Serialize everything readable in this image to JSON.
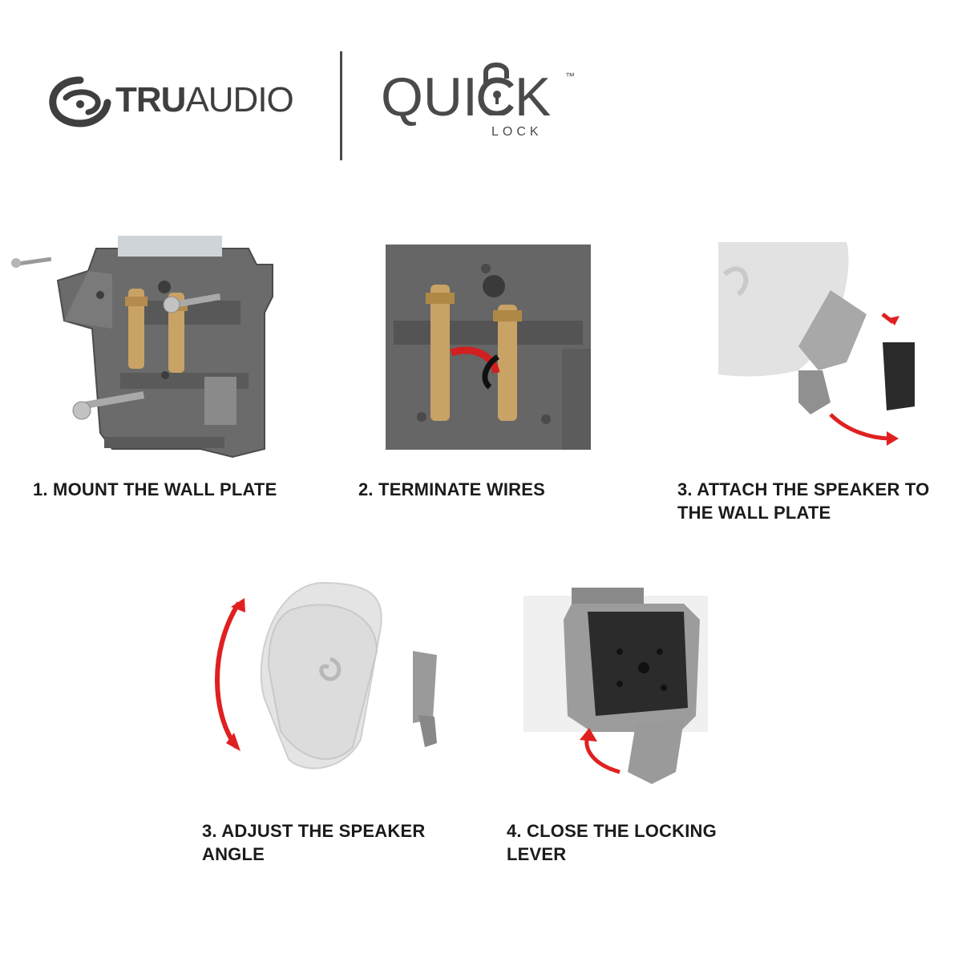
{
  "brand": {
    "truaudio_bold": "TRU",
    "truaudio_light": "AUDIO",
    "quicklock_word": "QUI",
    "quicklock_k": "K",
    "quicklock_tm": "™",
    "quicklock_sub": "LOCK"
  },
  "steps": [
    {
      "caption_line1": "1. MOUNT THE WALL PLATE",
      "caption_line2": ""
    },
    {
      "caption_line1": "2. TERMINATE WIRES",
      "caption_line2": ""
    },
    {
      "caption_line1": "3. ATTACH THE SPEAKER TO",
      "caption_line2": "THE WALL PLATE"
    },
    {
      "caption_line1": "3. ADJUST THE SPEAKER",
      "caption_line2": "ANGLE"
    },
    {
      "caption_line1": "4. CLOSE THE LOCKING",
      "caption_line2": "LEVER"
    }
  ],
  "colors": {
    "text": "#1b1b1b",
    "plate": "#6b6b6b",
    "brass": "#c9a266",
    "arrow": "#e02020",
    "speaker": "#dcdcdc"
  }
}
